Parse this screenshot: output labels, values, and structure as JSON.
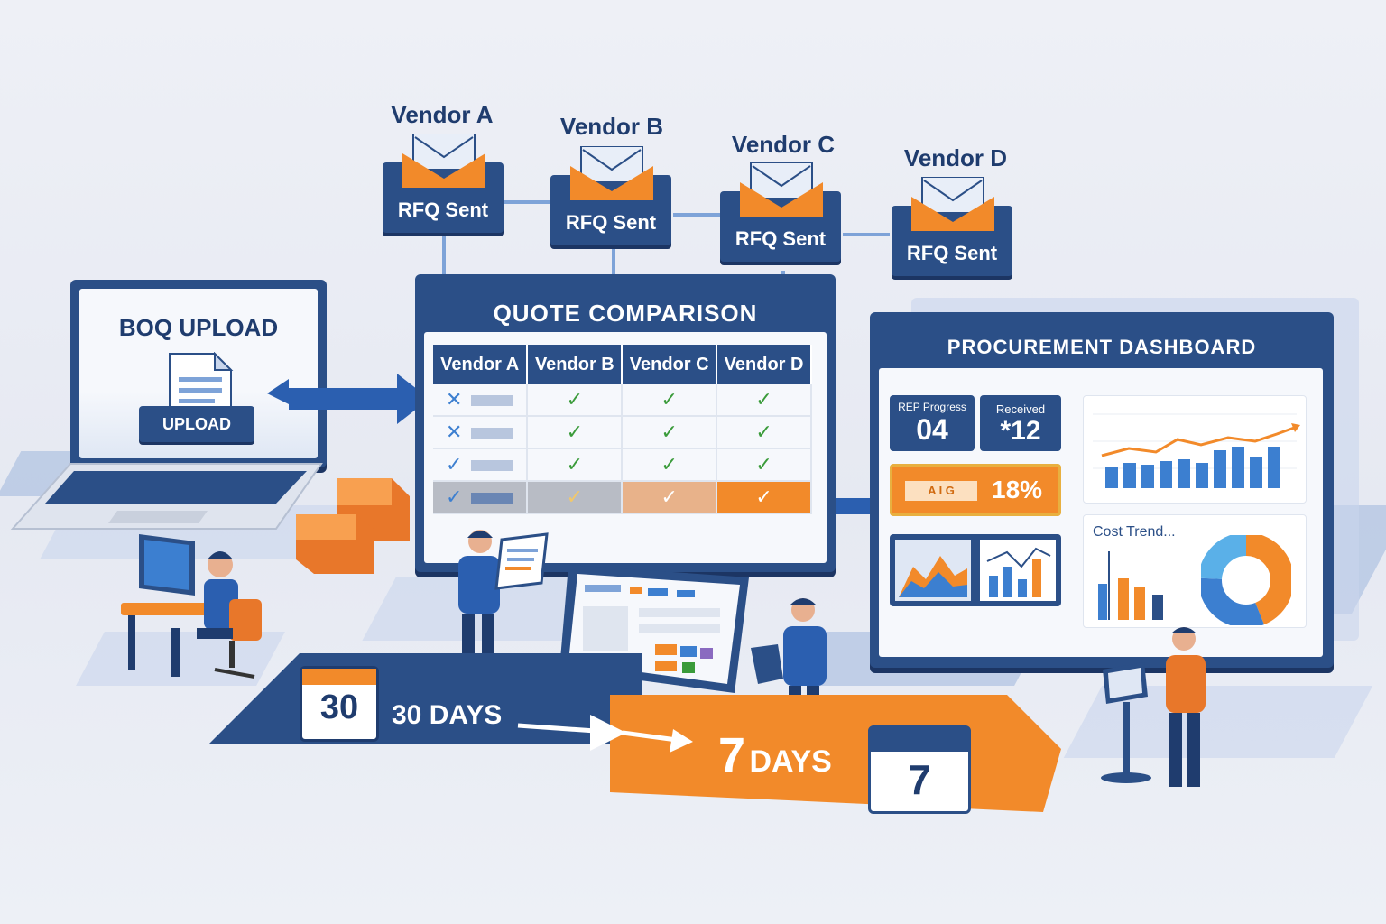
{
  "vendors": [
    {
      "name": "Vendor A",
      "status": "RFQ Sent"
    },
    {
      "name": "Vendor B",
      "status": "RFQ Sent"
    },
    {
      "name": "Vendor C",
      "status": "RFQ Sent"
    },
    {
      "name": "Vendor D",
      "status": "RFQ Sent"
    }
  ],
  "boq": {
    "title": "BOQ UPLOAD",
    "button": "UPLOAD"
  },
  "quote": {
    "title": "QUOTE COMPARISON",
    "columns": [
      "Vendor A",
      "Vendor B",
      "Vendor C",
      "Vendor D"
    ],
    "check": "✓",
    "cross": "✕"
  },
  "dashboard": {
    "title": "PROCUREMENT DASHBOARD",
    "rfq_label": "REP Progress",
    "rfq_value": "04",
    "received_label": "Received",
    "received_value": "*12",
    "savings_letters": "A  I  G",
    "savings_value": "18%",
    "cost_label": "Cost Trend..."
  },
  "timeline": {
    "before_number": "30",
    "before_label": "30 DAYS",
    "after_number_big": "7",
    "after_label": "DAYS",
    "after_calendar": "7"
  },
  "colors": {
    "navy": "#2b4f87",
    "orange": "#f28a2a",
    "green": "#3a9b3a",
    "light_blue": "#7ea3d8"
  },
  "icons": [
    "envelope-icon",
    "document-icon",
    "checkmark-icon",
    "calendar-icon",
    "arrow-right-icon",
    "pie-chart-icon",
    "bar-chart-icon"
  ]
}
